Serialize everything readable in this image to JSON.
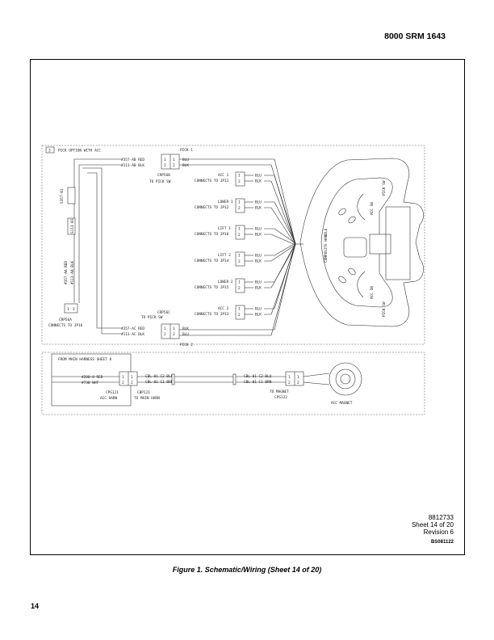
{
  "header": {
    "doc_id": "8000 SRM 1643"
  },
  "footer": {
    "caption": "Figure 1. Schematic/Wiring (Sheet 14 of 20)",
    "page_number": "14"
  },
  "ref": {
    "drawing_no": "8812733",
    "sheet": "Sheet 14 of 20",
    "revision": "Revision 6",
    "code": "BS081122"
  },
  "diagram": {
    "option_label": "PICK OPTION WITH ACC",
    "option_num": "3",
    "pick1": "PICK 1",
    "pick2": "PICK 2",
    "crp56b_top": "CRP56B",
    "crp56b_bot": "TO PICK SW",
    "crp56c_top": "CRP56C",
    "crp56c_bot": "TO PICK SW",
    "crp56a_top": "CRP56A",
    "crp56a_bot": "CONNECTS TO JP16",
    "w1_top": "#357-AB RED",
    "w1_bot": "#113-AB BLK",
    "w2_top": "#357-AC RED",
    "w2_bot": "#113-AC BLK",
    "vert_wire": "#357-AA RED",
    "vert_wire2": "#113-AA BLK",
    "splice1": "S357-01",
    "splice2": "S113-01",
    "blu": "BLU",
    "blk": "BLK",
    "pin1": "1",
    "pin2": "2",
    "switches": [
      {
        "name": "ACC 1",
        "conn": "CONNECTS TO JP11"
      },
      {
        "name": "LOWER 1",
        "conn": "CONNECTS TO JP12"
      },
      {
        "name": "LIFT 1",
        "conn": "CONNECTS TO JP10"
      },
      {
        "name": "LIFT 2",
        "conn": "CONNECTS TO JP14"
      },
      {
        "name": "LOWER 2",
        "conn": "CONNECTS TO JP15"
      },
      {
        "name": "ACC 2",
        "conn": "CONNECTS TO JP13"
      }
    ],
    "handle_label": "COMPOSITE HANDLE",
    "acc_sw": "ACC SW",
    "pick_sw": "PICK SW",
    "main_harness": "FROM MAIN HARNESS SHEET 8",
    "w3_top": "#200-8 RED",
    "w3_bot": "#730 WHT",
    "cps121_top": "CPS121",
    "cps121_bot": "ACC HARN",
    "cbp121_top": "CBP121",
    "cbp121_bot": "TO MAIN HARN",
    "cbl_top": "CBL-01 C2 BLU",
    "cbl_bot": "CBL-01 C1 BRN",
    "magnet_conn_top": "TO MAGNET",
    "magnet_conn_bot": "CPS122",
    "magnet": "ACC MAGNET"
  }
}
